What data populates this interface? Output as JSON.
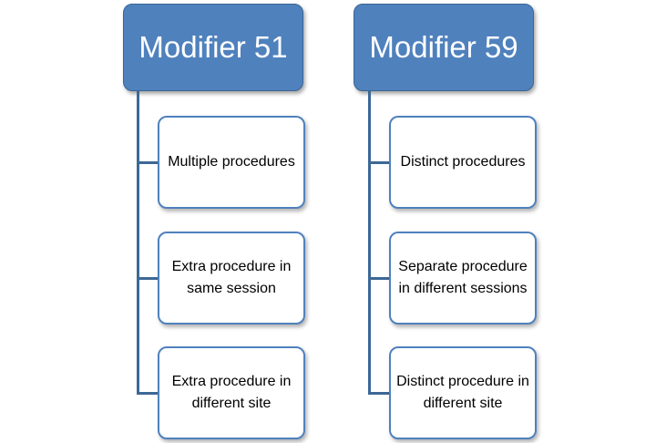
{
  "columns": [
    {
      "title": "Modifier 51",
      "items": [
        "Multiple procedures",
        "Extra procedure in same session",
        "Extra procedure in different site"
      ]
    },
    {
      "title": "Modifier 59",
      "items": [
        "Distinct procedures",
        "Separate procedure in different sessions",
        "Distinct procedure in different site"
      ]
    }
  ],
  "colors": {
    "header_fill": "#4f81bd",
    "connector": "#3d6896",
    "card_border": "#4f81bd"
  }
}
